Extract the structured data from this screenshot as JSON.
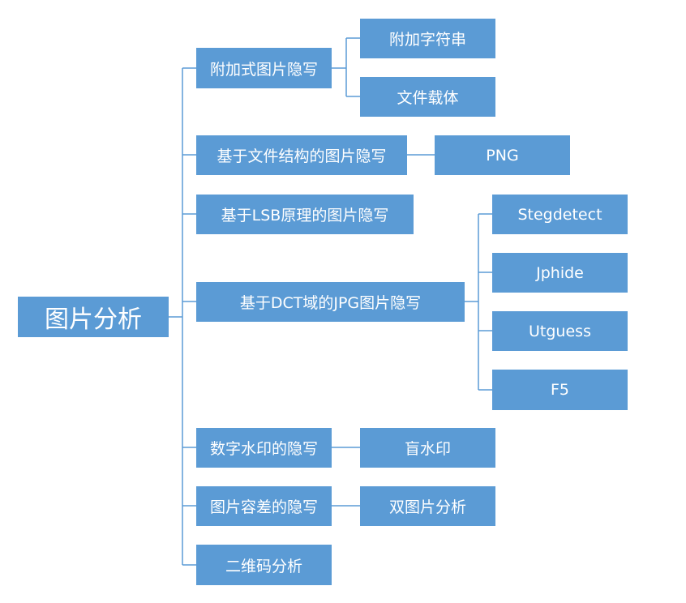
{
  "diagram": {
    "root": "图片分析",
    "branches": {
      "b1": {
        "label": "附加式图片隐写",
        "children": {
          "c1": "附加字符串",
          "c2": "文件载体"
        }
      },
      "b2": {
        "label": "基于文件结构的图片隐写",
        "children": {
          "c1": "PNG"
        }
      },
      "b3": {
        "label": "基于LSB原理的图片隐写"
      },
      "b4": {
        "label": "基于DCT域的JPG图片隐写",
        "children": {
          "c1": "Stegdetect",
          "c2": "Jphide",
          "c3": "Utguess",
          "c4": "F5"
        }
      },
      "b5": {
        "label": "数字水印的隐写",
        "children": {
          "c1": "盲水印"
        }
      },
      "b6": {
        "label": "图片容差的隐写",
        "children": {
          "c1": "双图片分析"
        }
      },
      "b7": {
        "label": "二维码分析"
      }
    }
  },
  "colors": {
    "node_fill": "#5b9bd5",
    "node_text": "#ffffff",
    "connector": "#5b9bd5"
  }
}
